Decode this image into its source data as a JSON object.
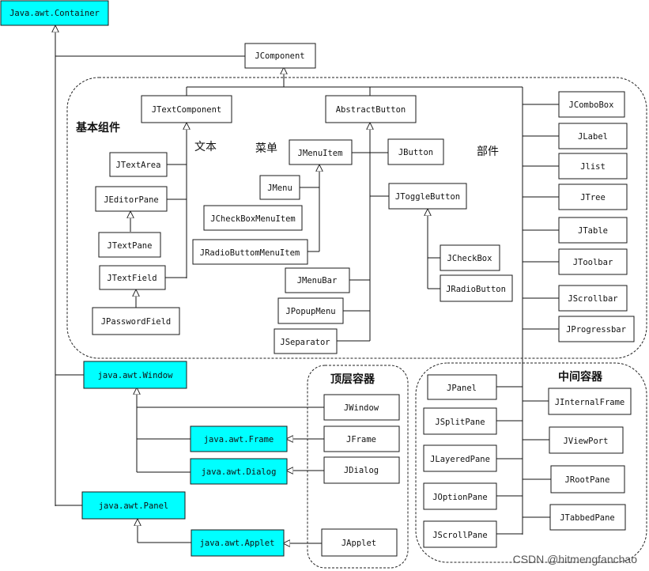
{
  "classes": {
    "container": "Java.awt.Container",
    "jcomponent": "JComponent",
    "jtextcomponent": "JTextComponent",
    "abstractbutton": "AbstractButton",
    "jtextarea": "JTextArea",
    "jeditorpane": "JEditorPane",
    "jtextpane": "JTextPane",
    "jtextfield": "JTextField",
    "jpasswordfield": "JPasswordField",
    "jmenuitem": "JMenuItem",
    "jmenu": "JMenu",
    "jcheckboxmenuitem": "JCheckBoxMenuItem",
    "jradiobuttommenuitem": "JRadioButtomMenuItem",
    "jbutton": "JButton",
    "jtogglebutton": "JToggleButton",
    "jcheckbox": "JCheckBox",
    "jradiobutton": "JRadioButton",
    "jmenubar": "JMenuBar",
    "jpopupmenu": "JPopupMenu",
    "jseparator": "JSeparator",
    "jcombobox": "JComboBox",
    "jlabel": "JLabel",
    "jlist": "Jlist",
    "jtree": "JTree",
    "jtable": "JTable",
    "jtoolbar": "JToolbar",
    "jscrollbar": "JScrollbar",
    "jprogressbar": "JProgressbar",
    "window": "java.awt.Window",
    "frame": "java.awt.Frame",
    "dialog": "java.awt.Dialog",
    "panel": "java.awt.Panel",
    "applet": "java.awt.Applet",
    "jwindow": "JWindow",
    "jframe": "JFrame",
    "jdialog": "JDialog",
    "japplet": "JApplet",
    "jpanel": "JPanel",
    "jsplitpane": "JSplitPane",
    "jlayeredpane": "JLayeredPane",
    "joptionpane": "JOptionPane",
    "jscrollpane": "JScrollPane",
    "jinternalframe": "JInternalFrame",
    "jviewport": "JViewPort",
    "jrootpane": "JRootPane",
    "jtabbedpane": "JTabbedPane"
  },
  "labels": {
    "basic_components": "基本组件",
    "text": "文本",
    "menu": "菜单",
    "parts": "部件",
    "top_level_containers": "顶层容器",
    "intermediate_containers": "中间容器"
  },
  "colors": {
    "awt_fill": "#00ffff",
    "swing_fill": "#ffffff"
  },
  "watermark": "CSDN @hitmengfanchao"
}
